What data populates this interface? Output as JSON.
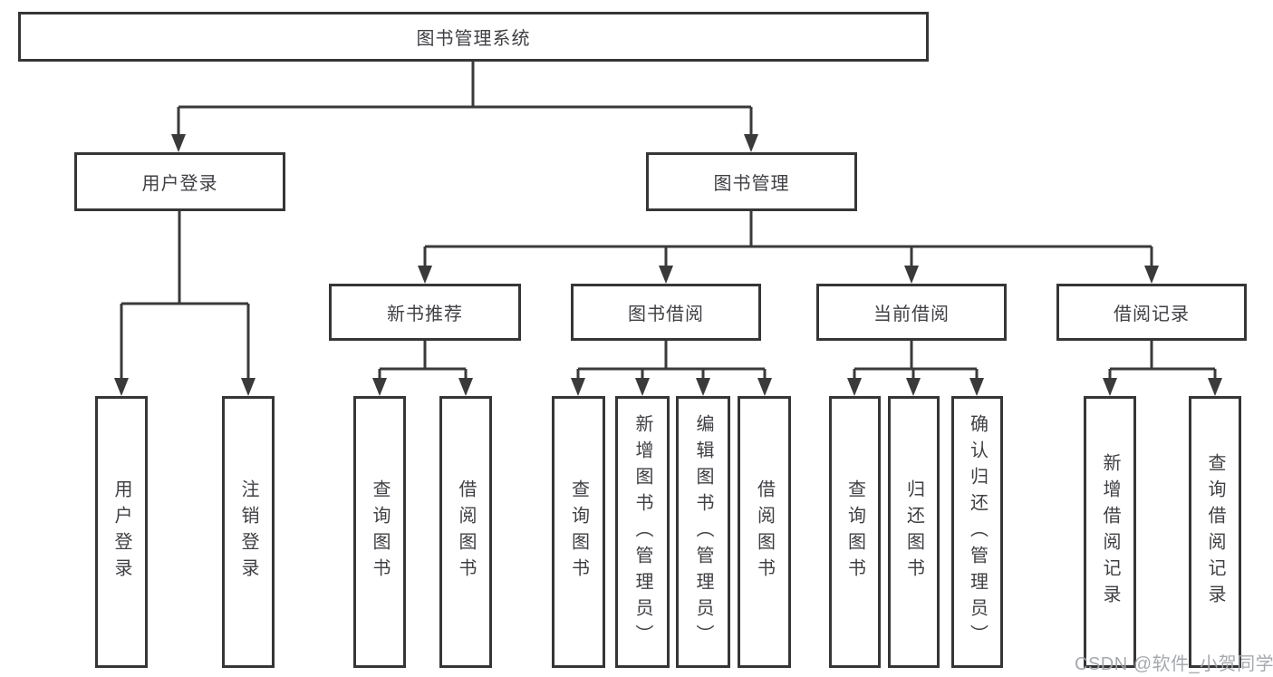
{
  "tree": {
    "label": "图书管理系统",
    "children": [
      {
        "label": "用户登录",
        "children": [
          {
            "label": "用户登录"
          },
          {
            "label": "注销登录"
          }
        ]
      },
      {
        "label": "图书管理",
        "children": [
          {
            "label": "新书推荐",
            "children": [
              {
                "label": "查询图书"
              },
              {
                "label": "借阅图书"
              }
            ]
          },
          {
            "label": "图书借阅",
            "children": [
              {
                "label": "查询图书"
              },
              {
                "label": "新增图书（管理员）"
              },
              {
                "label": "编辑图书（管理员）"
              },
              {
                "label": "借阅图书"
              }
            ]
          },
          {
            "label": "当前借阅",
            "children": [
              {
                "label": "查询图书"
              },
              {
                "label": "归还图书"
              },
              {
                "label": "确认归还（管理员）"
              }
            ]
          },
          {
            "label": "借阅记录",
            "children": [
              {
                "label": "新增借阅记录"
              },
              {
                "label": "查询借阅记录"
              }
            ]
          }
        ]
      }
    ]
  },
  "watermark": "CSDN @软件_小贺同学",
  "colors": {
    "line": "#3a3a3a",
    "box_border": "#363636",
    "text": "#3f3f44",
    "watermark": "#a2a5aa",
    "background": "#ffffff"
  }
}
